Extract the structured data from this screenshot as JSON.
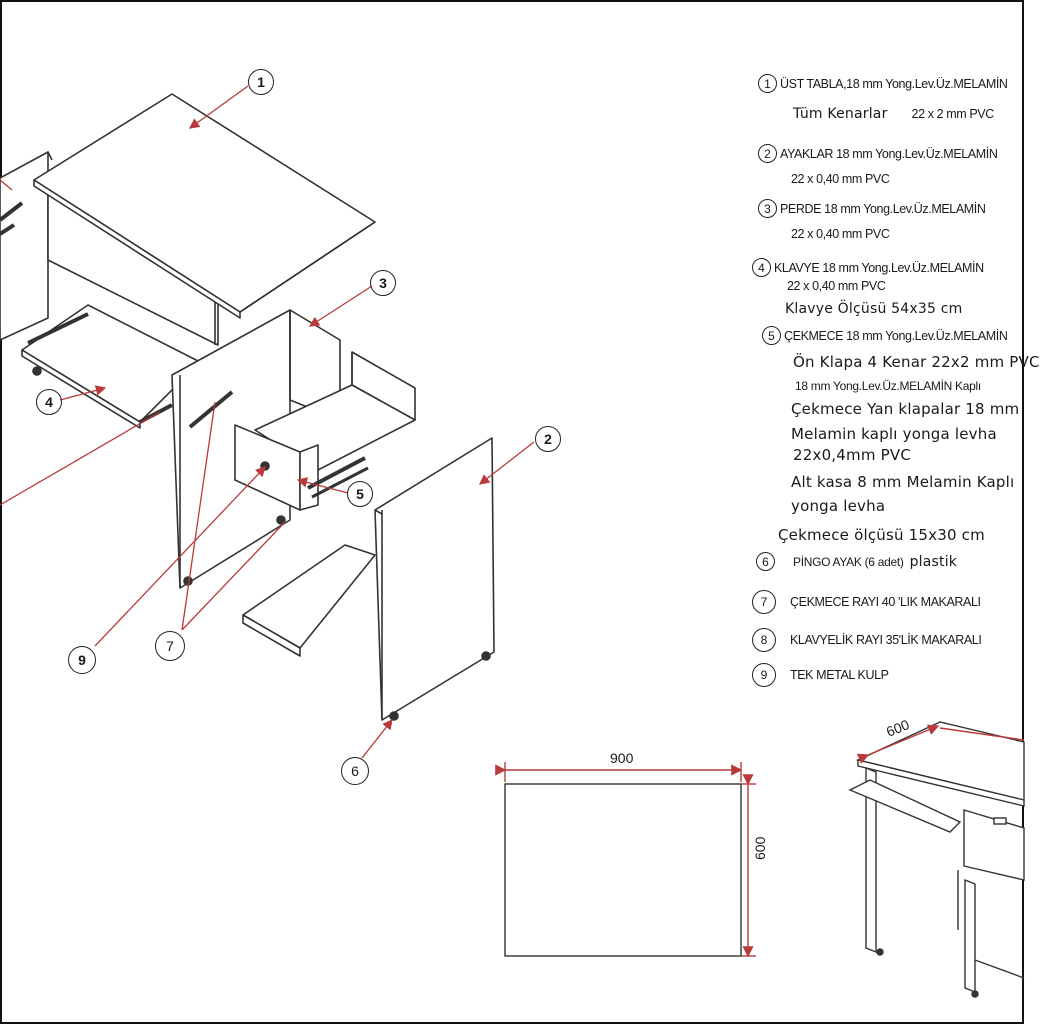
{
  "callouts": {
    "c1": "1",
    "c2": "2",
    "c3": "3",
    "c4": "4",
    "c5": "5",
    "c6": "6",
    "c7": "7",
    "c9": "9"
  },
  "legend": {
    "r1": {
      "num": "1",
      "text": "ÜST TABLA,18 mm Yong.Lev.Üz.MELAMİN"
    },
    "r1b": "Tüm Kenarlar",
    "r1c": "22 x 2 mm PVC",
    "r2": {
      "num": "2",
      "text": "AYAKLAR 18 mm  Yong.Lev.Üz.MELAMİN"
    },
    "r2b": "22 x 0,40 mm PVC",
    "r3": {
      "num": "3",
      "text": "PERDE 18 mm    Yong.Lev.Üz.MELAMİN"
    },
    "r3b": "22 x 0,40 mm PVC",
    "r4": {
      "num": "4",
      "text": "KLAVYE 18 mm   Yong.Lev.Üz.MELAMİN"
    },
    "r4b": "22 x 0,40 mm PVC",
    "r4c": "Klavye Ölçüsü 54x35 cm",
    "r5": {
      "num": "5",
      "text": "ÇEKMECE 18 mm Yong.Lev.Üz.MELAMİN"
    },
    "r5b": "Ön Klapa 4 Kenar 22x2 mm PVC",
    "r5c": "18 mm Yong.Lev.Üz.MELAMİN Kaplı",
    "r5d": "Çekmece Yan klapalar 18 mm",
    "r5e": "Melamin kaplı yonga levha",
    "r5f": "22x0,4mm PVC",
    "r5g": "Alt kasa 8 mm Melamin Kaplı",
    "r5h": "yonga levha",
    "r5i": "Çekmece ölçüsü 15x30 cm",
    "r6": {
      "num": "6",
      "text": "PİNGO AYAK (6 adet)",
      "extra": "plastik"
    },
    "r7": {
      "num": "7",
      "text": "ÇEKMECE RAYI 40 'LIK MAKARALI"
    },
    "r8": {
      "num": "8",
      "text": "KLAVYELİK RAYI 35'LİK MAKARALI"
    },
    "r9": {
      "num": "9",
      "text": "TEK METAL KULP"
    }
  },
  "dimensions": {
    "top_width": "900",
    "top_depth": "600",
    "persp_depth": "600"
  },
  "colors": {
    "line": "#333333",
    "leader": "#b83a3a",
    "panel": "#ffffff"
  }
}
